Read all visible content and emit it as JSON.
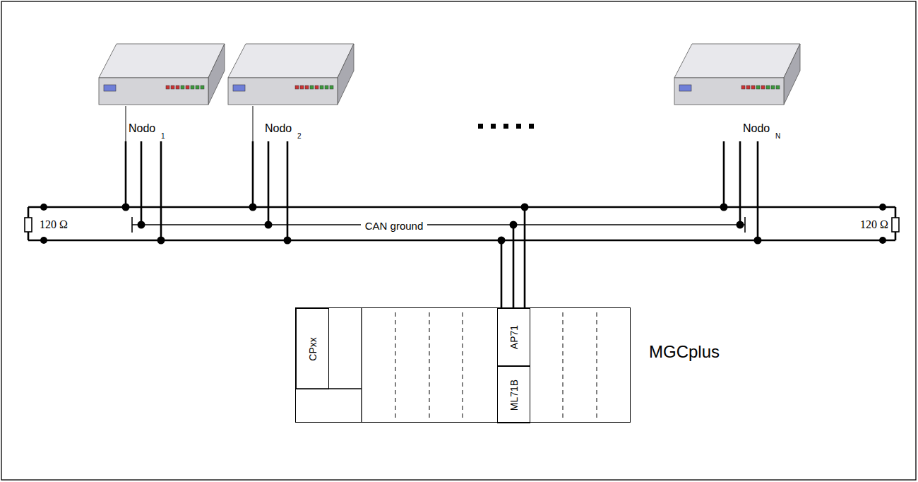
{
  "diagram": {
    "nodes": [
      {
        "text": [
          "Nodo",
          "1"
        ]
      },
      {
        "text": [
          "Nodo",
          "2"
        ]
      },
      {
        "text": [
          "Nodo",
          "N"
        ]
      },
      {
        "text": [
          "MGCplus"
        ]
      },
      {
        "text": [
          "CPxx"
        ],
        "in": 3
      },
      {
        "text": [
          "AP71"
        ],
        "in": 3
      },
      {
        "text": [
          "ML71B"
        ],
        "in": 3
      }
    ],
    "labels": [
      "120 Ω",
      "CAN ground",
      "120 Ω"
    ]
  }
}
